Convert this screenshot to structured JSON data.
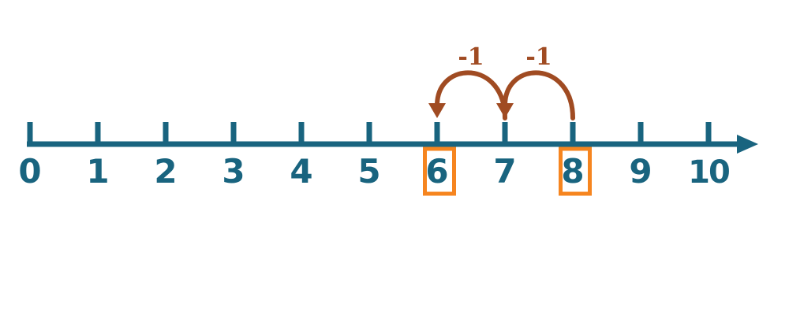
{
  "number_line": {
    "type": "number-line",
    "min": 0,
    "max": 10,
    "values": [
      0,
      1,
      2,
      3,
      4,
      5,
      6,
      7,
      8,
      9,
      10
    ],
    "labels": [
      "0",
      "1",
      "2",
      "3",
      "4",
      "5",
      "6",
      "7",
      "8",
      "9",
      "10"
    ],
    "highlighted_values": [
      6,
      8
    ],
    "jumps": [
      {
        "from": 8,
        "to": 7,
        "label": "-1"
      },
      {
        "from": 7,
        "to": 6,
        "label": "-1"
      }
    ],
    "colors": {
      "axis": "#19647F",
      "tick_label": "#19647F",
      "highlight_box": "#F6851F",
      "jump": "#A04B22",
      "background": "#FFFFFF"
    }
  }
}
